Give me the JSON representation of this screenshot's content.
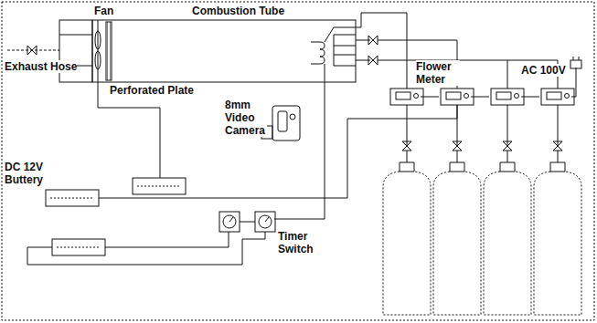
{
  "diagram": {
    "labels": [
      "Fan",
      "Combustion Tube",
      "Exhaust Hose",
      "Perforated Plate",
      "8mm Video Camera",
      "Flower Meter",
      "AC 100V",
      "DC 12V Buttery",
      "Timer Switch"
    ]
  }
}
